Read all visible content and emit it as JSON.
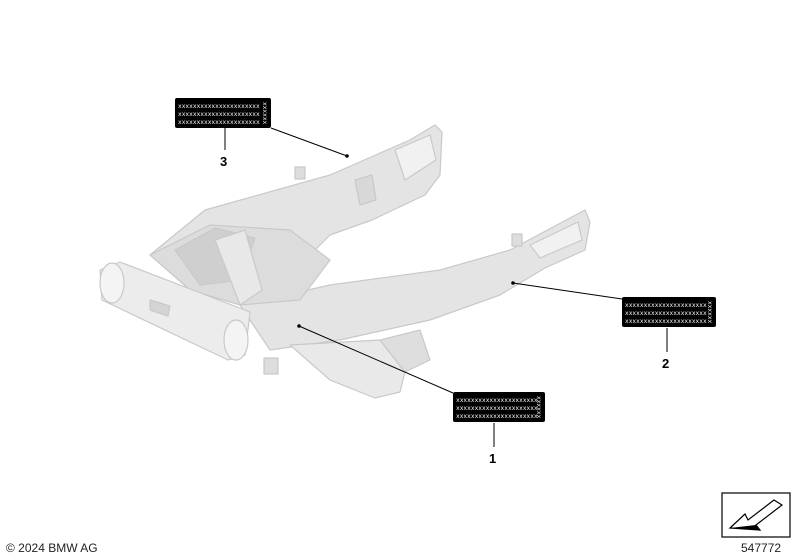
{
  "callouts": [
    {
      "number": "1",
      "label_lines": [
        "xxxxxxxxxxxxxxxxxxxxxx",
        "xxxxxxxxxxxxxxxxxxxxxx",
        "xxxxxxxxxxxxxxxxxxxxxx"
      ],
      "label_side": "xxxxxx"
    },
    {
      "number": "2",
      "label_lines": [
        "xxxxxxxxxxxxxxxxxxxxxx",
        "xxxxxxxxxxxxxxxxxxxxxx",
        "xxxxxxxxxxxxxxxxxxxxxx"
      ],
      "label_side": "xxxxxx"
    },
    {
      "number": "3",
      "label_lines": [
        "xxxxxxxxxxxxxxxxxxxxxx",
        "xxxxxxxxxxxxxxxxxxxxxx",
        "xxxxxxxxxxxxxxxxxxxxxx"
      ],
      "label_side": "xxxxxx"
    }
  ],
  "copyright": "© 2024 BMW AG",
  "diagram_number": "547772",
  "colors": {
    "part_fill": "#e4e4e4",
    "part_stroke": "#c9c9c9",
    "label_bg": "#000000"
  }
}
